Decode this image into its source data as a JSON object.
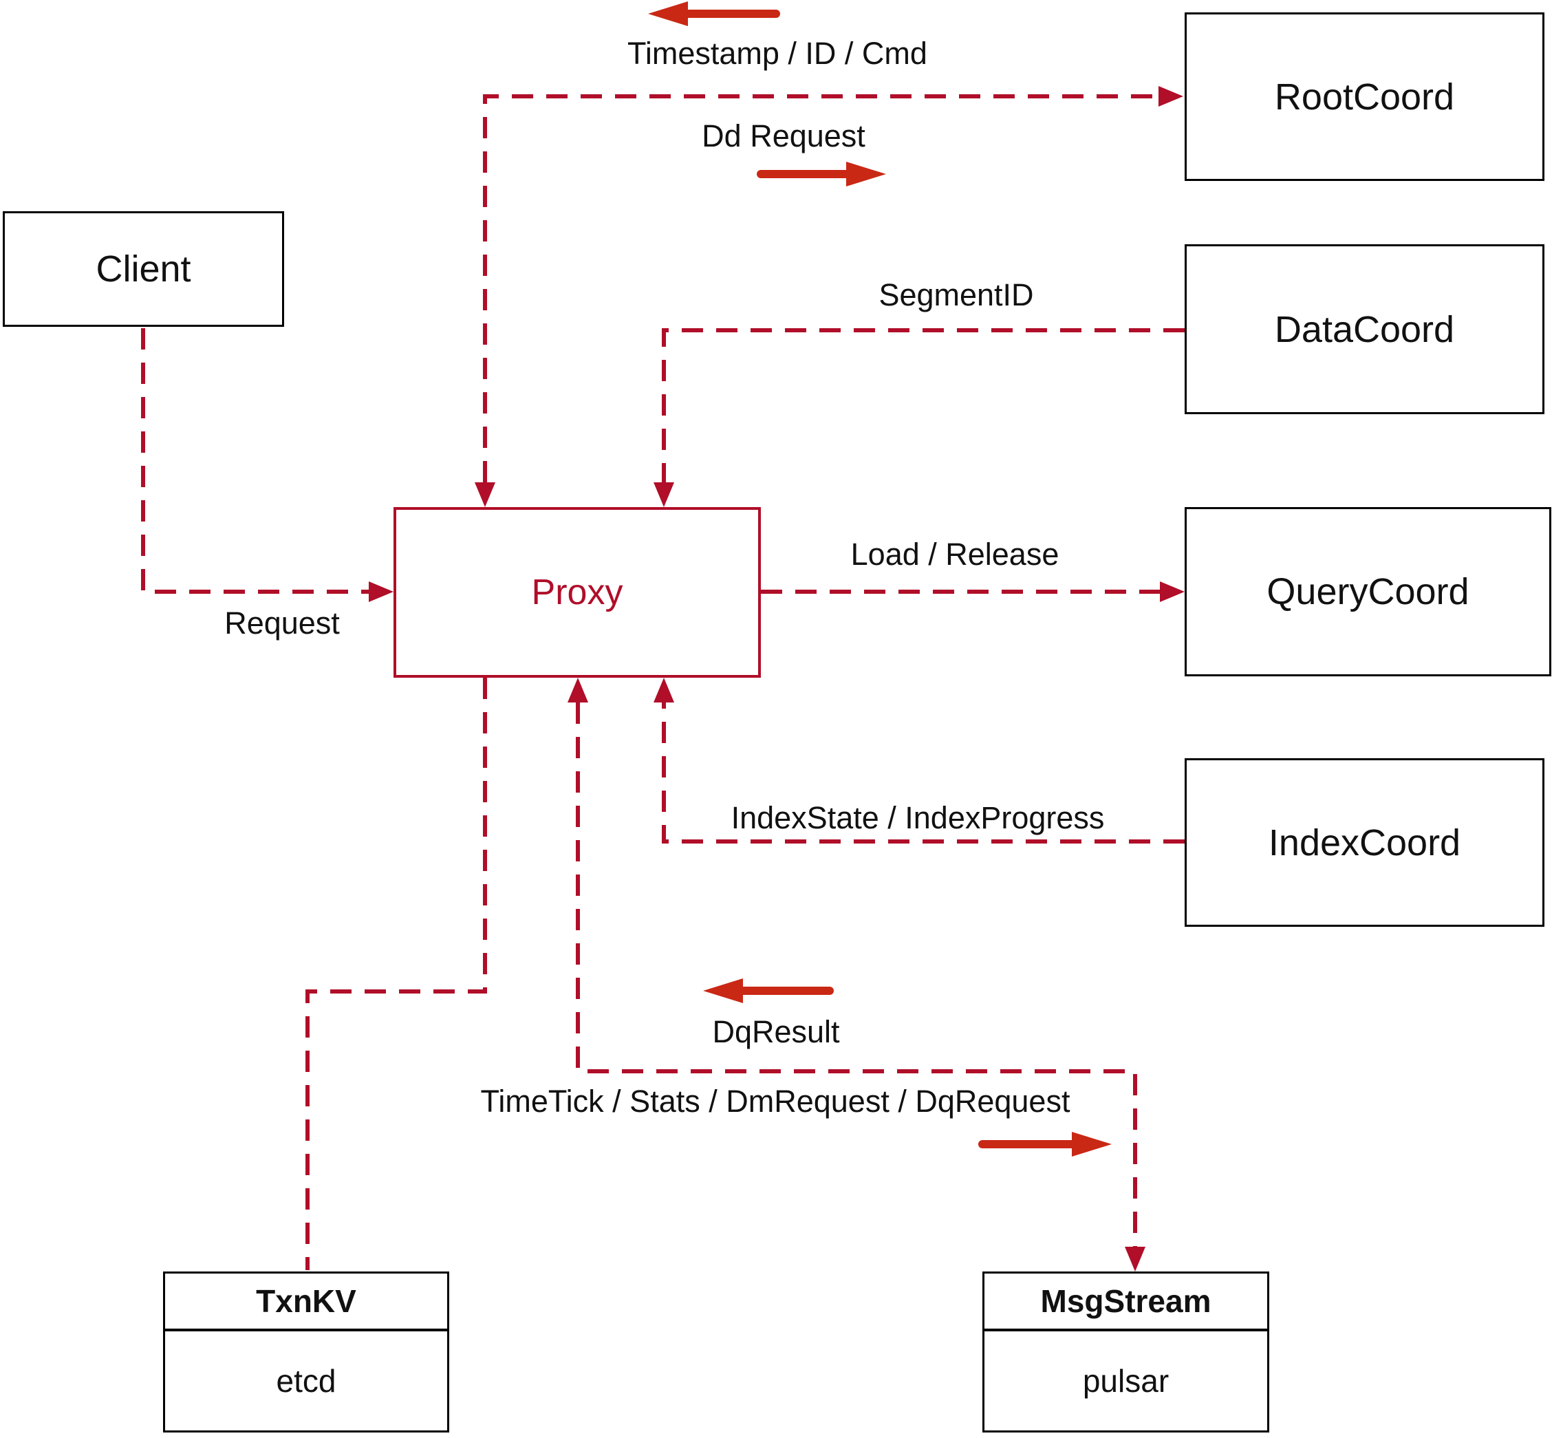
{
  "nodes": {
    "client": {
      "label": "Client"
    },
    "proxy": {
      "label": "Proxy"
    },
    "rootcoord": {
      "label": "RootCoord"
    },
    "datacoord": {
      "label": "DataCoord"
    },
    "querycoord": {
      "label": "QueryCoord"
    },
    "indexcoord": {
      "label": "IndexCoord"
    },
    "txnkv": {
      "title": "TxnKV",
      "subtitle": "etcd"
    },
    "msgstream": {
      "title": "MsgStream",
      "subtitle": "pulsar"
    }
  },
  "edge_labels": {
    "timestamp_id_cmd": "Timestamp / ID / Cmd",
    "dd_request": "Dd Request",
    "segment_id": "SegmentID",
    "request": "Request",
    "load_release": "Load / Release",
    "index_state": "IndexState / IndexProgress",
    "dq_result": "DqResult",
    "timetick": "TimeTick / Stats / DmRequest / DqRequest"
  },
  "colors": {
    "dashed_line": "#b00e29",
    "solid_arrow": "#c92815",
    "box_border": "#000000",
    "text": "#111111"
  }
}
